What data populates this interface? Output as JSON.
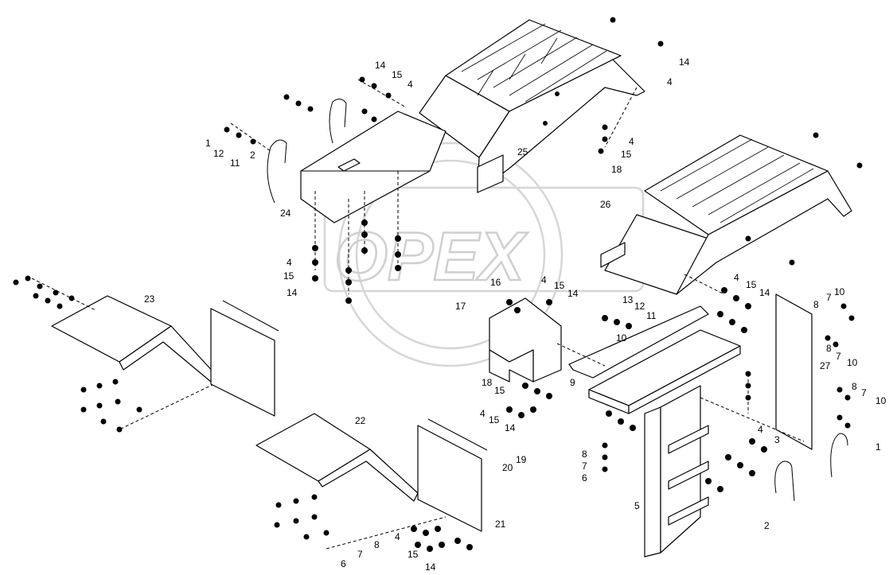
{
  "watermark": {
    "text": "OPEX"
  },
  "callouts": [
    {
      "id": "c1a",
      "text": "1"
    },
    {
      "id": "c12a",
      "text": "12"
    },
    {
      "id": "c11a",
      "text": "11"
    },
    {
      "id": "c2a",
      "text": "2"
    },
    {
      "id": "c14a",
      "text": "14"
    },
    {
      "id": "c15a",
      "text": "15"
    },
    {
      "id": "c4a",
      "text": "4"
    },
    {
      "id": "c24",
      "text": "24"
    },
    {
      "id": "c25",
      "text": "25"
    },
    {
      "id": "c14b",
      "text": "14"
    },
    {
      "id": "c4b",
      "text": "4"
    },
    {
      "id": "c4c",
      "text": "4"
    },
    {
      "id": "c15b",
      "text": "15"
    },
    {
      "id": "c18a",
      "text": "18"
    },
    {
      "id": "c26",
      "text": "26"
    },
    {
      "id": "c4d",
      "text": "4"
    },
    {
      "id": "c15c",
      "text": "15"
    },
    {
      "id": "c14c",
      "text": "14"
    },
    {
      "id": "c23",
      "text": "23"
    },
    {
      "id": "c16",
      "text": "16"
    },
    {
      "id": "c4e",
      "text": "4"
    },
    {
      "id": "c15d",
      "text": "15"
    },
    {
      "id": "c14d",
      "text": "14"
    },
    {
      "id": "c17",
      "text": "17"
    },
    {
      "id": "c13",
      "text": "13"
    },
    {
      "id": "c12b",
      "text": "12"
    },
    {
      "id": "c11b",
      "text": "11"
    },
    {
      "id": "c10a",
      "text": "10"
    },
    {
      "id": "c4f",
      "text": "4"
    },
    {
      "id": "c15e",
      "text": "15"
    },
    {
      "id": "c14e",
      "text": "14"
    },
    {
      "id": "c10b",
      "text": "10"
    },
    {
      "id": "c7a",
      "text": "7"
    },
    {
      "id": "c8a",
      "text": "8"
    },
    {
      "id": "c8b",
      "text": "8"
    },
    {
      "id": "c7b",
      "text": "7"
    },
    {
      "id": "c10c",
      "text": "10"
    },
    {
      "id": "c9",
      "text": "9"
    },
    {
      "id": "c27",
      "text": "27"
    },
    {
      "id": "c18b",
      "text": "18"
    },
    {
      "id": "c15f",
      "text": "15"
    },
    {
      "id": "c4g",
      "text": "4"
    },
    {
      "id": "c15g",
      "text": "15"
    },
    {
      "id": "c14f",
      "text": "14"
    },
    {
      "id": "c8c",
      "text": "8"
    },
    {
      "id": "c7c",
      "text": "7"
    },
    {
      "id": "c10d",
      "text": "10"
    },
    {
      "id": "c22",
      "text": "22"
    },
    {
      "id": "c19",
      "text": "19"
    },
    {
      "id": "c20",
      "text": "20"
    },
    {
      "id": "c4h",
      "text": "4"
    },
    {
      "id": "c3",
      "text": "3"
    },
    {
      "id": "c1b",
      "text": "1"
    },
    {
      "id": "c8d",
      "text": "8"
    },
    {
      "id": "c7d",
      "text": "7"
    },
    {
      "id": "c6a",
      "text": "6"
    },
    {
      "id": "c5",
      "text": "5"
    },
    {
      "id": "c2b",
      "text": "2"
    },
    {
      "id": "c21",
      "text": "21"
    },
    {
      "id": "c4i",
      "text": "4"
    },
    {
      "id": "c15h",
      "text": "15"
    },
    {
      "id": "c14g",
      "text": "14"
    },
    {
      "id": "c8e",
      "text": "8"
    },
    {
      "id": "c7e",
      "text": "7"
    },
    {
      "id": "c6b",
      "text": "6"
    }
  ]
}
